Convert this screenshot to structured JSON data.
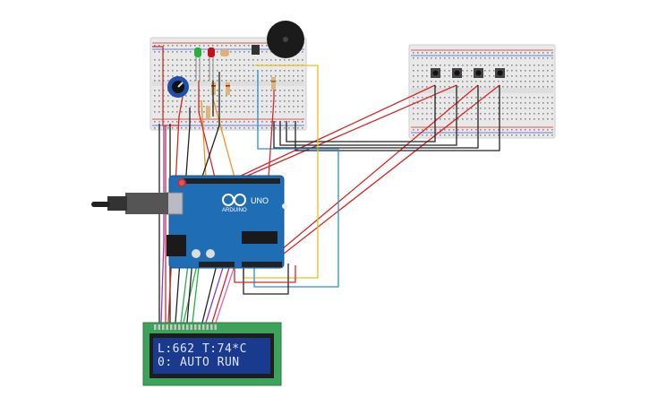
{
  "lcd": {
    "line1": "L:662 T:74*C",
    "line2": "0: AUTO RUN"
  },
  "arduino": {
    "brand": "ARDUINO",
    "model": "UNO"
  },
  "colors": {
    "wire_red": "#d62828",
    "wire_black": "#222222",
    "wire_yellow": "#e6c01e",
    "wire_blue": "#2a8fd6",
    "wire_orange": "#f0941c",
    "wire_green": "#2bb04a",
    "wire_purple": "#8a3fc0",
    "wire_pink": "#e85fa8",
    "arduino_board": "#1f6db5",
    "lcd_screen": "#1a3a8f",
    "lcd_pcb": "#3da35a",
    "breadboard": "#ececec"
  },
  "components": {
    "leds": [
      "green-led",
      "red-led"
    ],
    "buzzer": "piezo-buzzer",
    "potentiometer": "potentiometer",
    "pushbuttons": 4,
    "usb": "usb-cable"
  }
}
